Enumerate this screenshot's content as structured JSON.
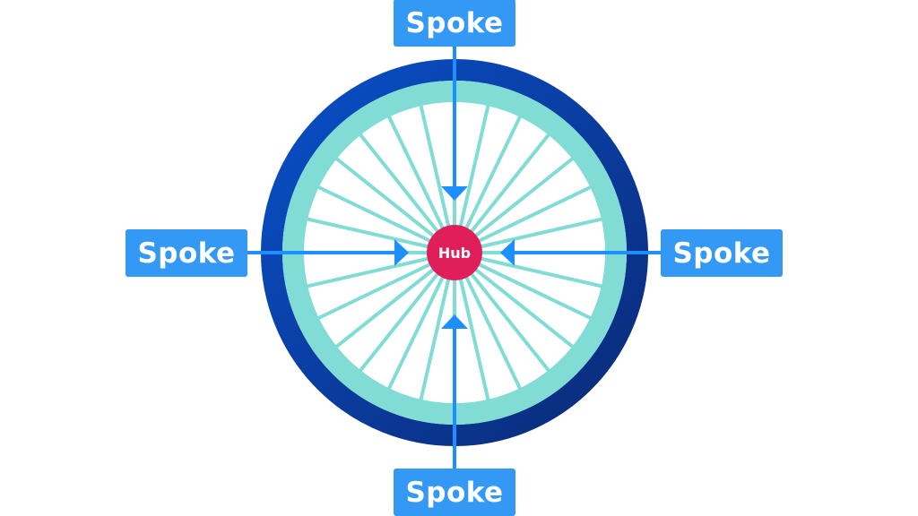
{
  "labels": {
    "top": "Spoke",
    "left": "Spoke",
    "right": "Spoke",
    "bottom": "Spoke",
    "hub": "Hub"
  },
  "spoke_count": 28,
  "colors": {
    "tire_dark": "#0a3a9e",
    "rim": "#80dcd4",
    "spokes": "#80dcd4",
    "hub": "#e01f5a",
    "label_box": "#3399f5",
    "arrow": "#1e8fff"
  }
}
